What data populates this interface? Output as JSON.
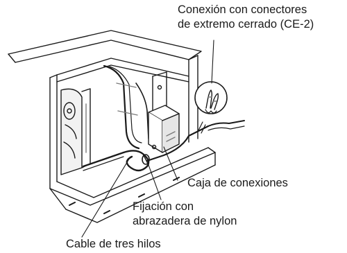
{
  "labels": {
    "connection_line1": "Conexión con conectores",
    "connection_line2": "de extremo cerrado (CE-2)",
    "junction_box": "Caja de conexiones",
    "clamp_line1": "Fijación con",
    "clamp_line2": "abrazadera de nylon",
    "cable": "Cable de tres hilos"
  },
  "colors": {
    "line": "#1a1a1a",
    "shade": "#7a7a7a",
    "background": "#ffffff"
  }
}
